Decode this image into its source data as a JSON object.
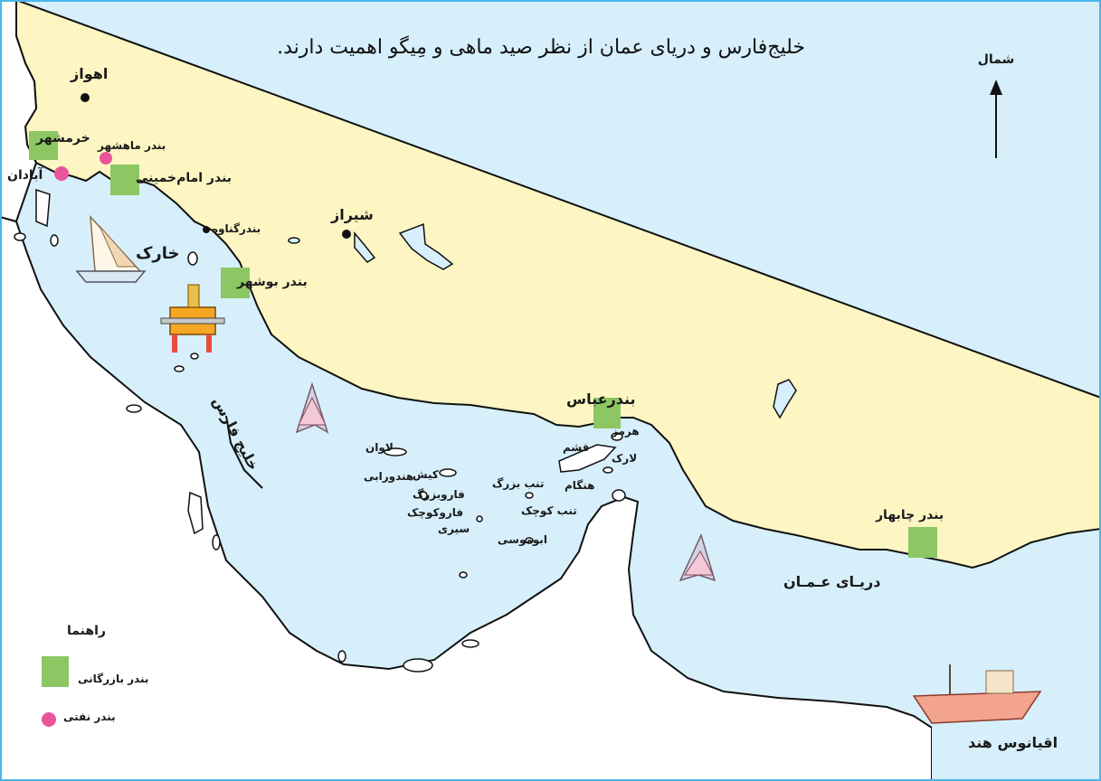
{
  "title": "خلیج‌فارس و دریای عمان از نظر صید ماهی و مِیگو اهمیت دارند.",
  "north_label": "شمال",
  "colors": {
    "land": "#fdf6c3",
    "sea": "#d6effb",
    "port": "#8cc763",
    "oil_port": "#e9549b",
    "border": "#111111",
    "frame": "#49b6e8"
  },
  "cities": {
    "ahvaz": "اهواز",
    "shiraz": "شیراز"
  },
  "ports": {
    "khorramshahr": "خرمشهر",
    "mahshahr": "بندر ماهشهر",
    "abadan": "آبادان",
    "imam_khomeini": "بندر امام‌خمینی",
    "genaveh": "بندرگناوه",
    "bushehr": "بندر بوشهر",
    "bandar_abbas": "بندرعباس",
    "chabahar": "بندر چابهار"
  },
  "islands": {
    "khark": "خارک",
    "hormoz": "هرمز",
    "qeshm": "قشم",
    "larak": "لارک",
    "hengam": "هنگام",
    "tonb_bozorg": "تنب بزرگ",
    "tonb_kuchak": "تنب کوچک",
    "abumusa": "ابوموسی",
    "lavan": "لاوان",
    "kish": "کیش",
    "hendurabi": "هندورابی",
    "faror_bozorg": "فاروبزرگ",
    "faror_kuchak": "فاروکوچک",
    "sirri": "سیری"
  },
  "water": {
    "persian_gulf": "خلیج فارس",
    "oman_sea": "دریـای عـمـان",
    "indian_ocean": "اقیانوس هند"
  },
  "legend": {
    "title": "راهنما",
    "items": [
      {
        "label": "بندر بازرگانی",
        "symbol": "green-square"
      },
      {
        "label": "بندر نفتی",
        "symbol": "pink-circle"
      }
    ]
  },
  "icons": [
    "sailboat-icon",
    "oil-platform-icon",
    "fish-icon",
    "fish-icon",
    "fishing-boat-icon",
    "north-arrow-icon"
  ]
}
